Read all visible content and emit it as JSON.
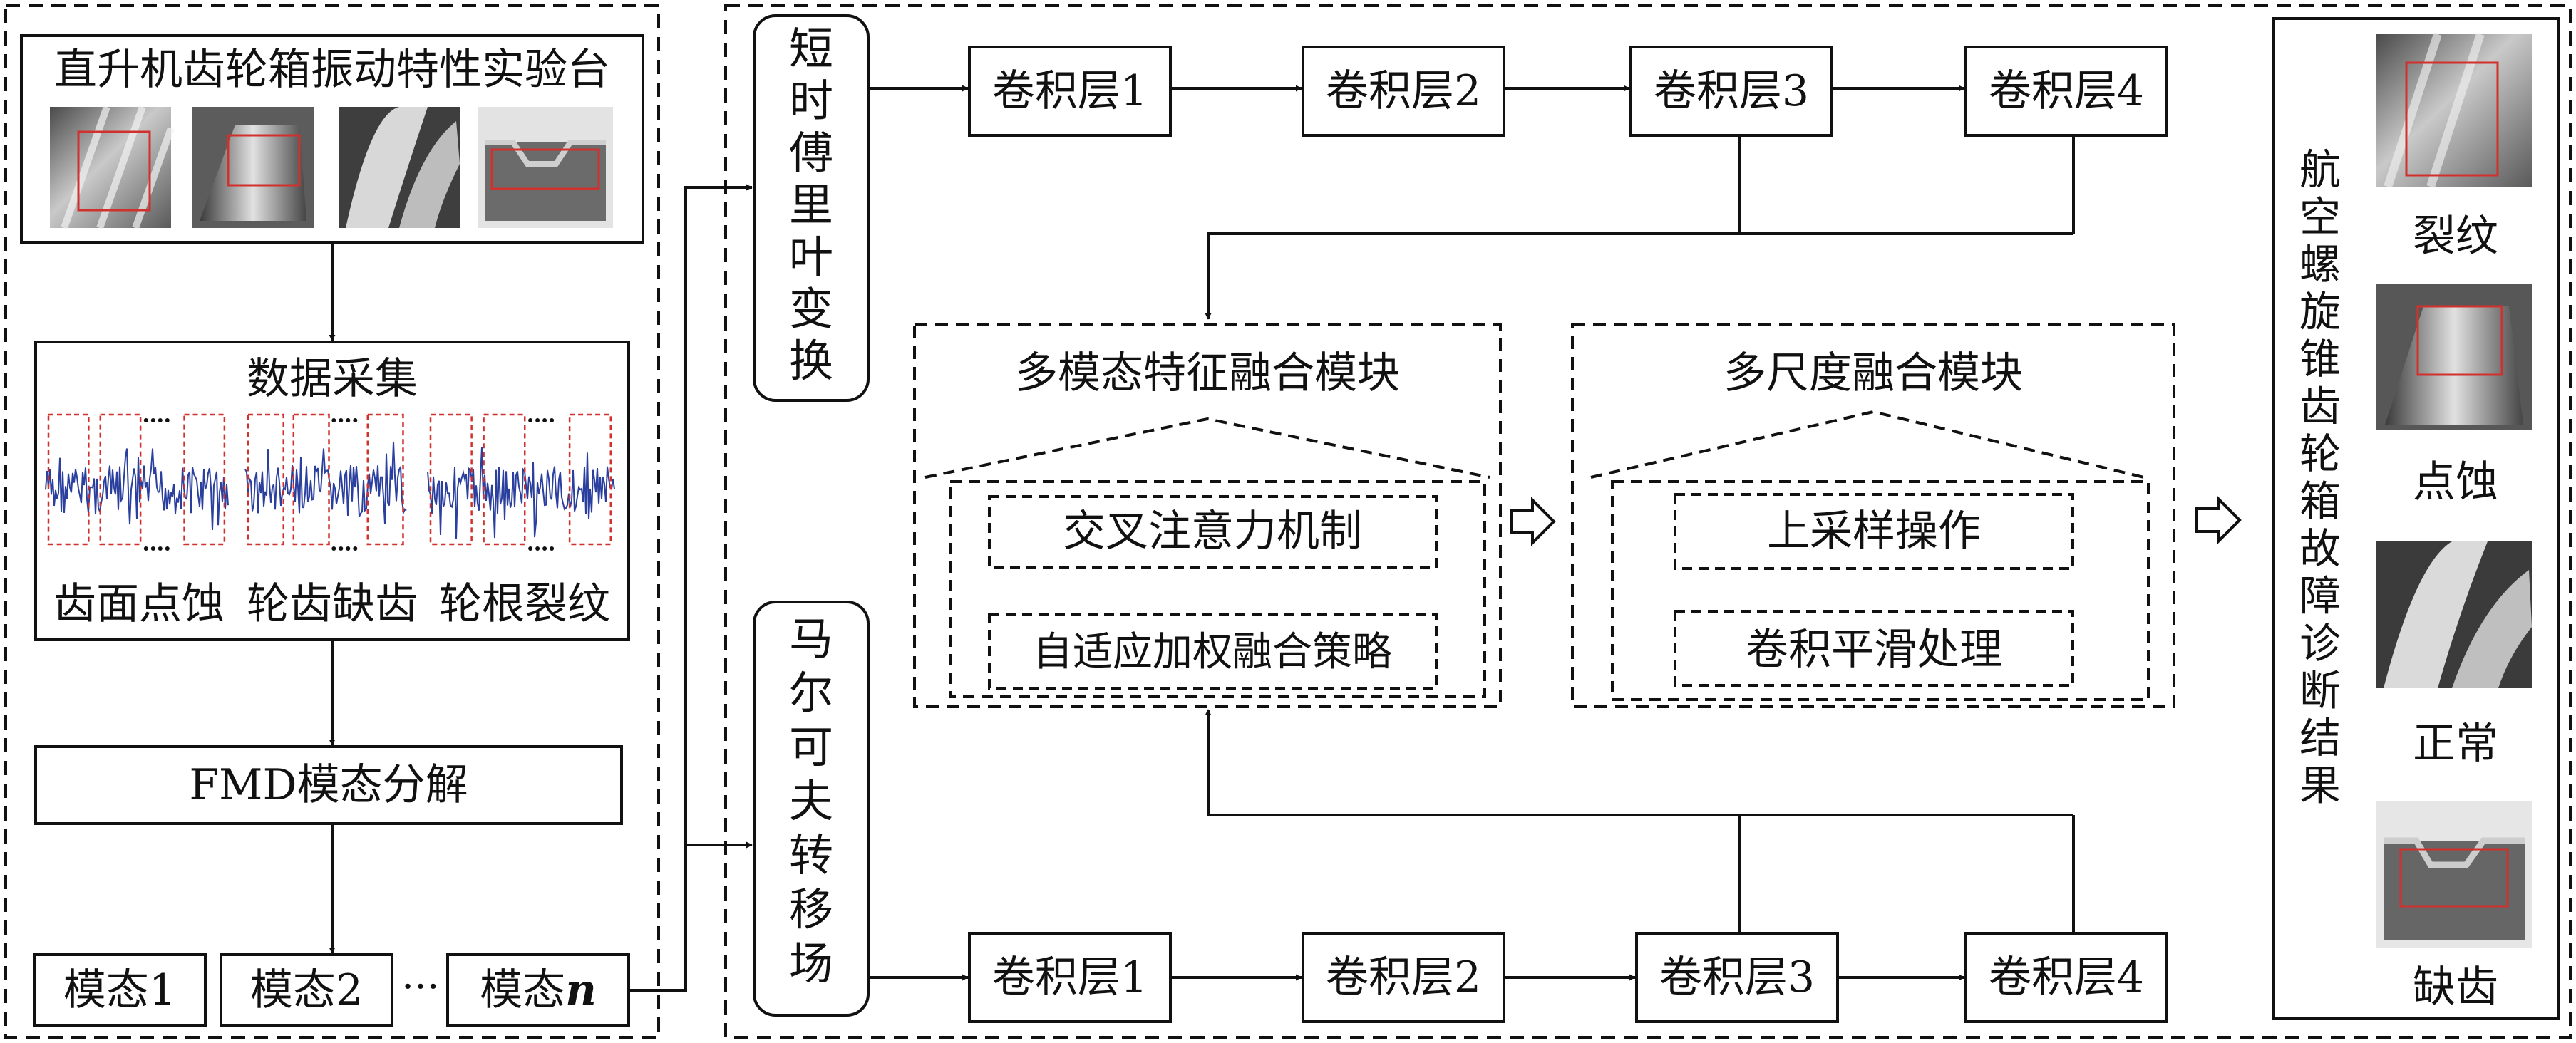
{
  "left": {
    "testbench_title": "直升机齿轮箱振动特性实验台",
    "acquisition_title": "数据采集",
    "fault_labels": [
      "齿面点蚀",
      "轮齿缺齿",
      "轮根裂纹"
    ],
    "fmd_label": "FMD模态分解",
    "modes": [
      "模态1",
      "模态2"
    ],
    "mode_ellipsis": "···",
    "mode_n_prefix": "模态",
    "mode_n_var": "n"
  },
  "branches": {
    "stft_chars": [
      "短",
      "时",
      "傅",
      "里",
      "叶",
      "变",
      "换"
    ],
    "markov_chars": [
      "马",
      "尔",
      "可",
      "夫",
      "转",
      "移",
      "场"
    ],
    "conv_layers": [
      "卷积层1",
      "卷积层2",
      "卷积层3",
      "卷积层4"
    ]
  },
  "fusion": {
    "multimodal": {
      "title": "多模态特征融合模块",
      "items": [
        "交叉注意力机制",
        "自适应加权融合策略"
      ]
    },
    "multiscale": {
      "title": "多尺度融合模块",
      "items": [
        "上采样操作",
        "卷积平滑处理"
      ]
    }
  },
  "result": {
    "vertical_chars": [
      "航",
      "空",
      "螺",
      "旋",
      "锥",
      "齿",
      "轮",
      "箱",
      "故",
      "障",
      "诊",
      "断",
      "结",
      "果"
    ],
    "classes": [
      "裂纹",
      "点蚀",
      "正常",
      "缺齿"
    ]
  },
  "colors": {
    "line": "#111111",
    "signal": "#2a3f9e",
    "highlight_box": "#d0312d"
  }
}
